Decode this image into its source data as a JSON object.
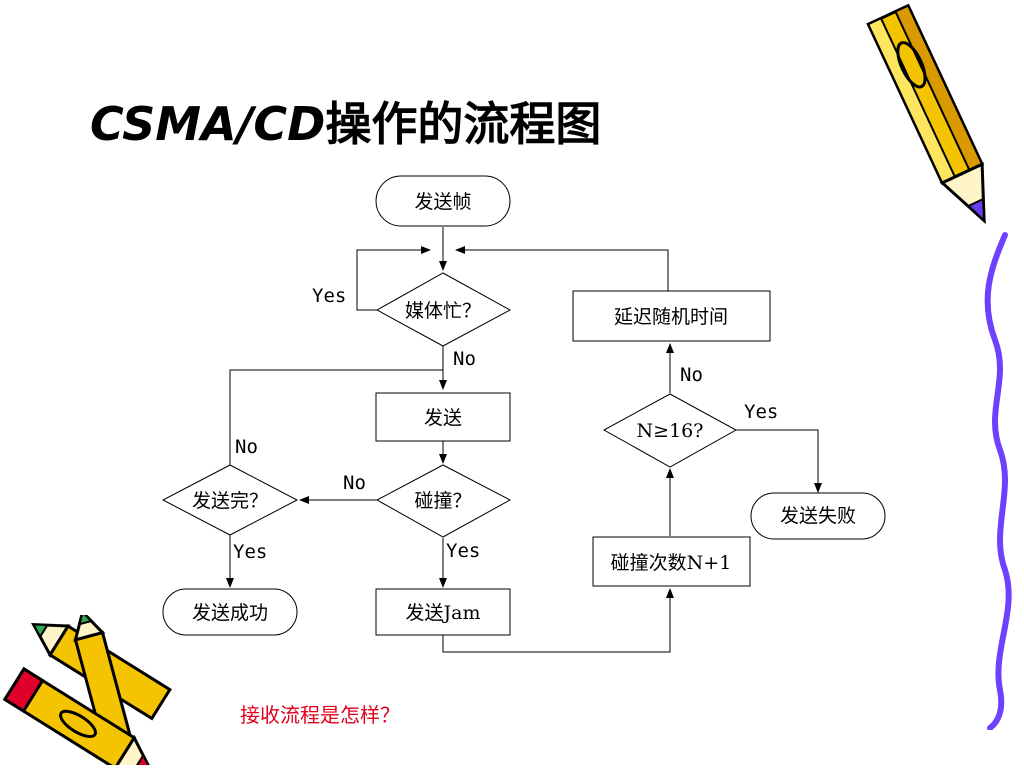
{
  "slide": {
    "title_latin": "CSMA/CD",
    "title_cjk": "操作的流程图",
    "question": "接收流程是怎样？",
    "colors": {
      "question": "#e0001b",
      "pencil_yellow": "#f5c400",
      "pencil_outline": "#000000",
      "pencil_purple": "#6a3cf0",
      "squiggle": "#7040ff"
    }
  },
  "flowchart": {
    "nodes": {
      "send_frame": "发送帧",
      "media_busy": "媒体忙？",
      "send": "发送",
      "collision": "碰撞？",
      "send_done": "发送完？",
      "send_success": "发送成功",
      "send_jam": "发送Jam",
      "collision_count": "碰撞次数N+1",
      "n_check": "N≥16?",
      "send_fail": "发送失败",
      "delay_random": "延迟随机时间"
    },
    "labels": {
      "busy_yes": "Yes",
      "busy_no": "No",
      "done_no": "No",
      "collision_no": "No",
      "done_yes": "Yes",
      "collision_yes": "Yes",
      "n_no": "No",
      "n_yes": "Yes"
    }
  }
}
